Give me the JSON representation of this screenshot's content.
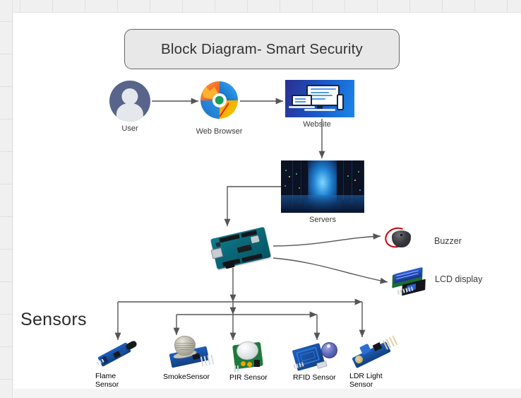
{
  "window": {
    "canvas_background": "#ffffff",
    "ruler_background": "#f0f0f0"
  },
  "diagram": {
    "title": "Block Diagram- Smart Security",
    "title_box": {
      "fill": "#e8e8e8",
      "border": "#666666"
    },
    "section_heading": "Sensors",
    "nodes": [
      {
        "id": "user",
        "label": "User",
        "icon": "user-avatar-icon",
        "color": "#58648a"
      },
      {
        "id": "browser",
        "label": "Web Browser",
        "icon": "web-browser-icon",
        "color": "#1a73c8"
      },
      {
        "id": "website",
        "label": "Website",
        "icon": "website-devices-icon",
        "color": "#1b55c8"
      },
      {
        "id": "servers",
        "label": "Servers",
        "icon": "server-racks-icon",
        "color": "#1e7fd0"
      },
      {
        "id": "arduino",
        "label": "",
        "icon": "arduino-board-icon",
        "color": "#0a6878"
      },
      {
        "id": "buzzer",
        "label": "Buzzer",
        "icon": "buzzer-icon",
        "color": "#3a3c41"
      },
      {
        "id": "lcd",
        "label": "LCD display",
        "icon": "lcd-display-icon",
        "color": "#16318f"
      },
      {
        "id": "flame",
        "label": "Flame Sensor",
        "icon": "flame-sensor-icon",
        "color": "#12407f"
      },
      {
        "id": "smoke",
        "label": "SmokeSensor",
        "icon": "smoke-sensor-icon",
        "color": "#b8b5a8"
      },
      {
        "id": "pir",
        "label": "PIR Sensor",
        "icon": "pir-sensor-icon",
        "color": "#1d7a3c"
      },
      {
        "id": "rfid",
        "label": "RFID Sensor",
        "icon": "rfid-sensor-icon",
        "color": "#123d7d"
      },
      {
        "id": "ldr",
        "label": "LDR Light Sensor",
        "icon": "ldr-sensor-icon",
        "color": "#12407f"
      }
    ],
    "edges": [
      {
        "from": "user",
        "to": "browser"
      },
      {
        "from": "browser",
        "to": "website"
      },
      {
        "from": "website",
        "to": "servers"
      },
      {
        "from": "servers",
        "to": "arduino"
      },
      {
        "from": "arduino",
        "to": "buzzer"
      },
      {
        "from": "arduino",
        "to": "lcd"
      },
      {
        "from": "arduino",
        "to": "flame"
      },
      {
        "from": "arduino",
        "to": "smoke"
      },
      {
        "from": "arduino",
        "to": "pir"
      },
      {
        "from": "arduino",
        "to": "rfid"
      },
      {
        "from": "arduino",
        "to": "ldr"
      }
    ],
    "edge_color": "#555555"
  }
}
